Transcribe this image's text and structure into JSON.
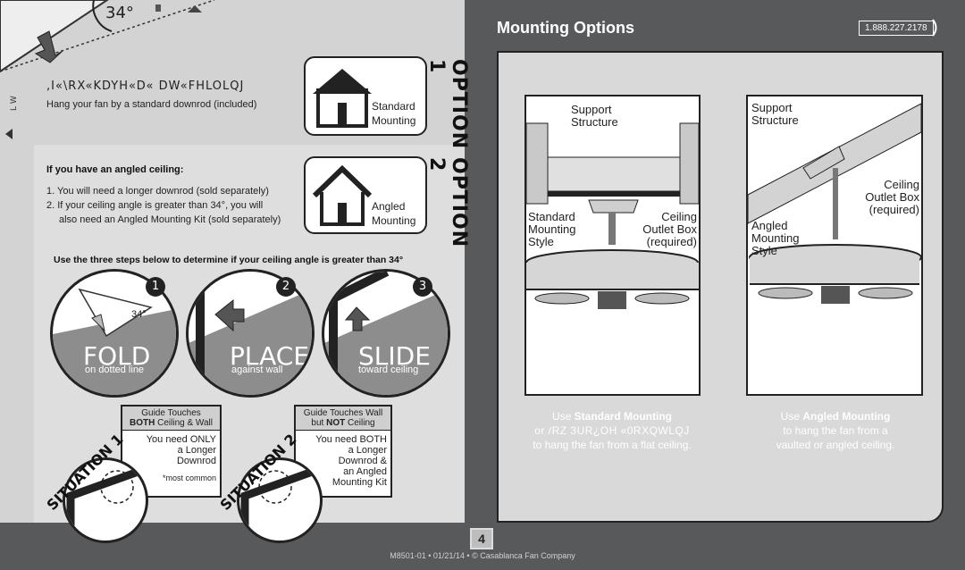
{
  "corner": {
    "angle": "34°"
  },
  "option1": {
    "heading": ",I«\\RX«KDYH«D« DW«FHLOLQJ",
    "desc": "Hang your fan by a standard downrod (included)",
    "label1": "Standard",
    "label2": "Mounting",
    "option_title": "OPTION 1"
  },
  "option2": {
    "heading": "If you have an angled ceiling:",
    "item1": "1. You will need a longer downrod (sold separately)",
    "item2a": "2. If your ceiling angle is greater than 34°, you will",
    "item2b": "also need an Angled Mounting Kit (sold separately)",
    "label1": "Angled",
    "label2": "Mounting",
    "option_title": "OPTION 2"
  },
  "steps_intro": "Use the three steps below to determine if your ceiling angle is greater than 34°",
  "steps": [
    {
      "number": "1",
      "title": "FOLD",
      "sub": "on dotted line",
      "angle": "34°"
    },
    {
      "number": "2",
      "title": "PLACE",
      "sub": "against wall"
    },
    {
      "number": "3",
      "title": "SLIDE",
      "sub": "toward ceiling"
    }
  ],
  "situation1": {
    "label": "SITUATION 1",
    "head1": "Guide Touches",
    "head2_bold": "BOTH",
    "head2_rest": "Ceiling & Wall",
    "line1": "You need ONLY",
    "line2": "a Longer",
    "line3": "Downrod",
    "note": "*most common"
  },
  "situation2": {
    "label": "SITUATION 2",
    "head1": "Guide Touches Wall",
    "head2_pre": "but",
    "head2_bold": "NOT",
    "head2_rest": "Ceiling",
    "line1": "You need BOTH",
    "line2": "a Longer",
    "line3": "Downrod &",
    "line4": "an Angled",
    "line5": "Mounting Kit"
  },
  "right": {
    "title": "Mounting Options",
    "phone": "1.888.227.2178",
    "left_diag": {
      "support": "Support",
      "structure": "Structure",
      "standard1": "Standard",
      "standard2": "Mounting",
      "standard3": "Style",
      "ceiling1": "Ceiling",
      "ceiling2": "Outlet Box",
      "ceiling3": "(required)"
    },
    "right_diag": {
      "support": "Support",
      "structure": "Structure",
      "ceiling1": "Ceiling",
      "ceiling2": "Outlet Box",
      "ceiling3": "(required)",
      "angled1": "Angled",
      "angled2": "Mounting",
      "angled3": "Style"
    },
    "caption_left": {
      "pre": "Use",
      "bold": "Standard Mounting",
      "line2": "or /RZ 3UR¿OH «0RXQWLQJ",
      "line3": "to hang the fan from a flat ceiling."
    },
    "caption_right": {
      "pre": "Use",
      "bold": "Angled Mounting",
      "line2": "to hang the fan from a",
      "line3": "vaulted or angled ceiling."
    }
  },
  "footer": {
    "page": "4",
    "text": "M8501-01 • 01/21/14 • © Casablanca Fan Company"
  }
}
